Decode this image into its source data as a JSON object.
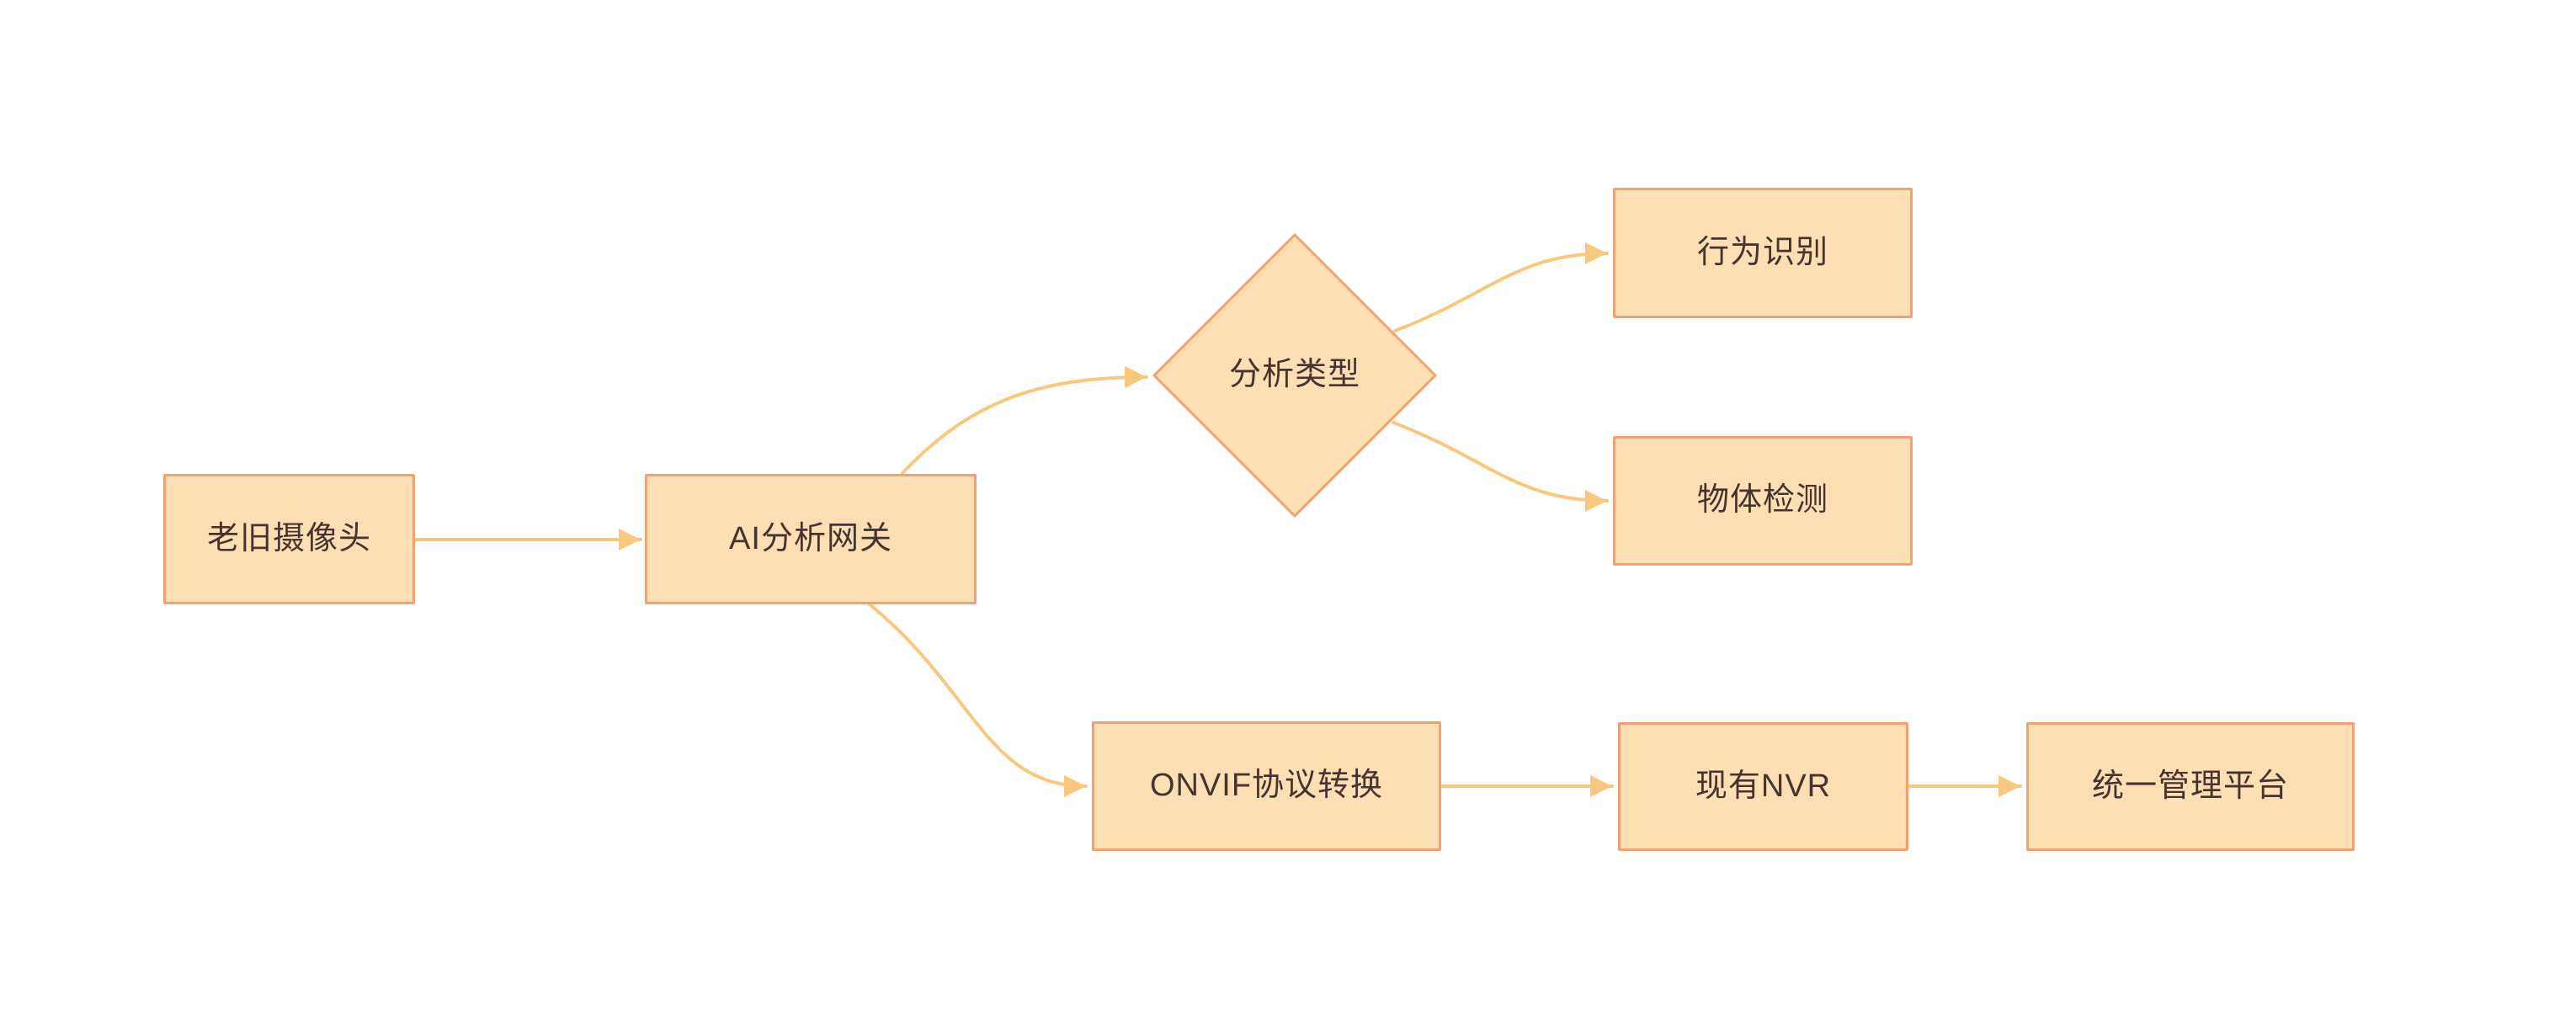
{
  "diagram": {
    "type": "flowchart",
    "background_color": "#ffffff",
    "palette": {
      "node_fill": "#FDDFB3",
      "node_border": "#F2A173",
      "edge_color": "#FAC87D",
      "text_color": "#46352F"
    },
    "nodes": {
      "legacy_camera": {
        "label": "老旧摄像头",
        "shape": "rect"
      },
      "ai_gateway": {
        "label": "AI分析网关",
        "shape": "rect"
      },
      "analysis_type": {
        "label": "分析类型",
        "shape": "diamond"
      },
      "behavior_recognition": {
        "label": "行为识别",
        "shape": "rect"
      },
      "object_detection": {
        "label": "物体检测",
        "shape": "rect"
      },
      "onvif_conversion": {
        "label": "ONVIF协议转换",
        "shape": "rect"
      },
      "existing_nvr": {
        "label": "现有NVR",
        "shape": "rect"
      },
      "management_platform": {
        "label": "统一管理平台",
        "shape": "rect"
      }
    },
    "edges": [
      {
        "from": "legacy_camera",
        "to": "ai_gateway"
      },
      {
        "from": "ai_gateway",
        "to": "analysis_type"
      },
      {
        "from": "ai_gateway",
        "to": "onvif_conversion"
      },
      {
        "from": "analysis_type",
        "to": "behavior_recognition"
      },
      {
        "from": "analysis_type",
        "to": "object_detection"
      },
      {
        "from": "onvif_conversion",
        "to": "existing_nvr"
      },
      {
        "from": "existing_nvr",
        "to": "management_platform"
      }
    ]
  }
}
